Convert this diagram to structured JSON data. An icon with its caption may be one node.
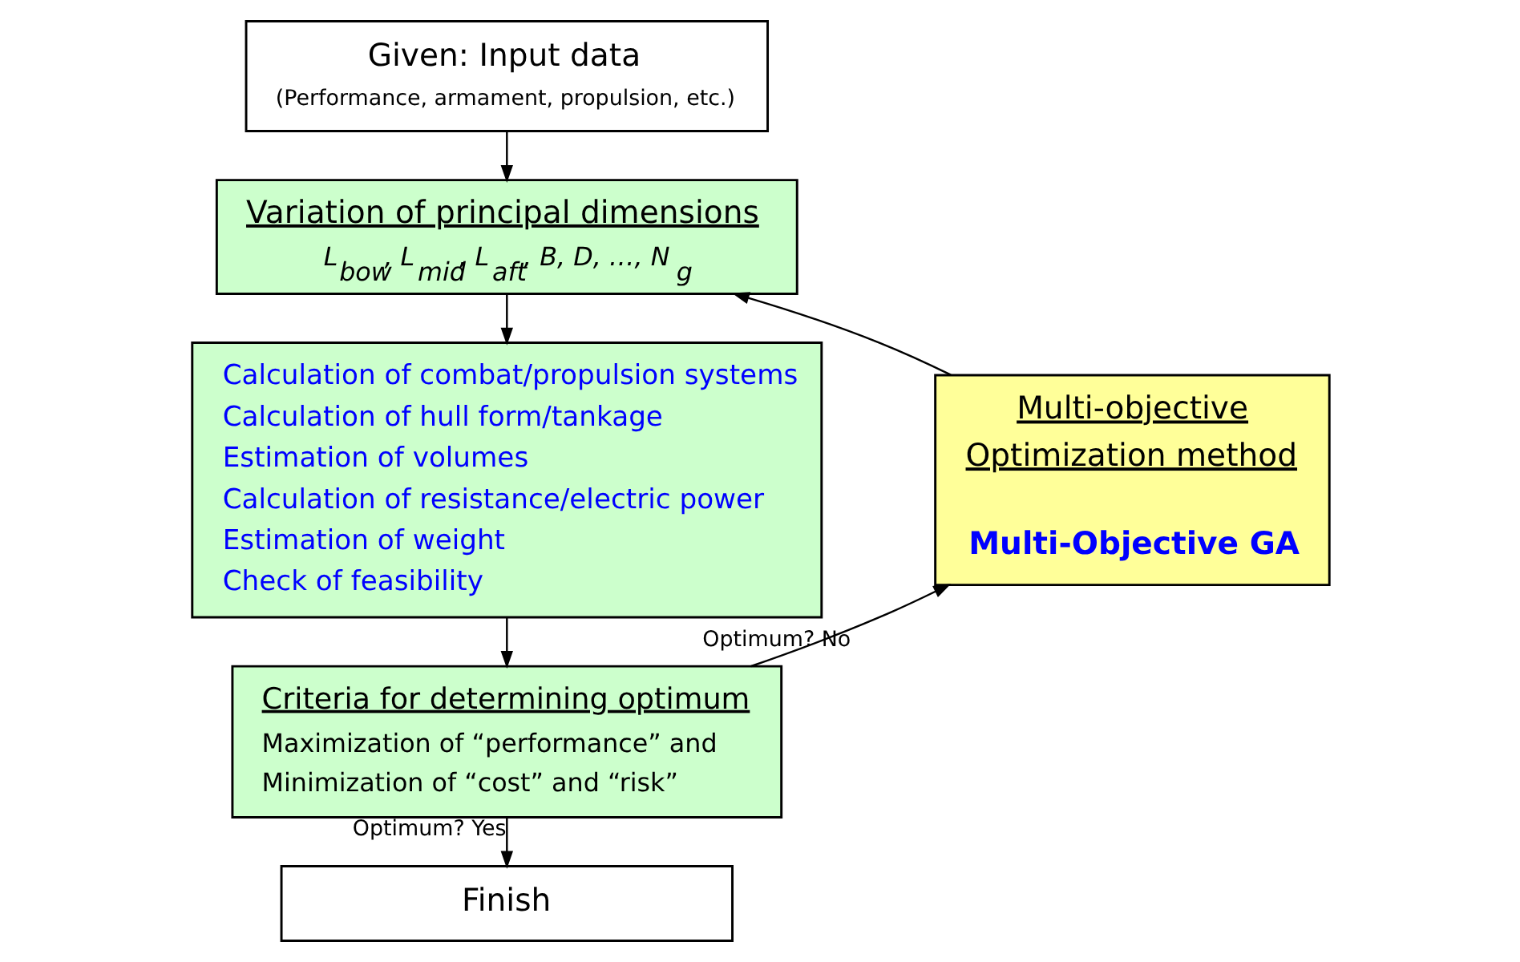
{
  "diagram": {
    "nodes": [
      {
        "text": [
          "Given: Input data",
          "(Performance, armament, propulsion, etc.)"
        ]
      },
      {
        "text": [
          "Variation of principal dimensions",
          "L$_{bow}$, L$_{mid}$, L$_{aft}$, B, D, …, N$_{g}$"
        ]
      },
      {
        "text": [
          "Calculation of combat/propulsion systems",
          "Calculation of hull form/tankage",
          "Estimation of volumes",
          "Calculation of resistance/electric power",
          "Estimation of weight",
          "Check of feasibility"
        ]
      },
      {
        "text": [
          "Criteria for determining optimum",
          "Maximization of “performance” and Minimization of “cost” and “risk”"
        ]
      },
      {
        "text": [
          "Multi-objective Optimization method",
          "Multi-Objective GA"
        ]
      },
      {
        "text": [
          "Finish"
        ]
      }
    ],
    "edges": [
      {
        "from": 0,
        "to": 1,
        "arrow": "to"
      },
      {
        "from": 1,
        "to": 2,
        "arrow": "to"
      },
      {
        "from": 2,
        "to": 3,
        "arrow": "to"
      },
      {
        "from": 3,
        "to": 5,
        "arrow": "to",
        "label": "Optimum? Yes"
      },
      {
        "from": 3,
        "to": 4,
        "arrow": "to",
        "label": "Optimum? No"
      },
      {
        "from": 4,
        "to": 1,
        "arrow": "to"
      }
    ]
  }
}
